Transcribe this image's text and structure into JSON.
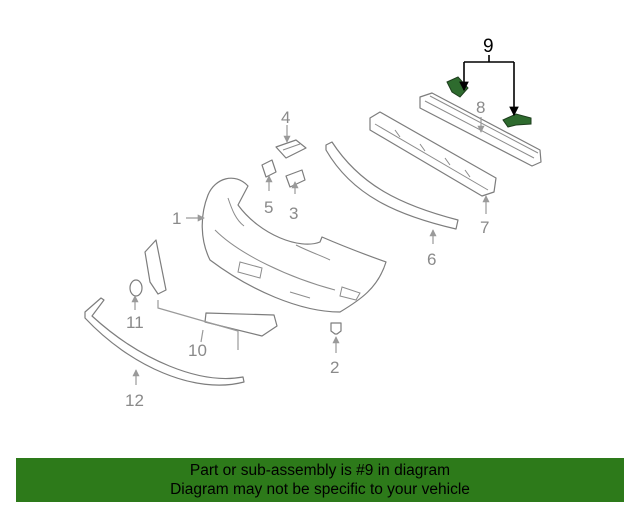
{
  "diagram": {
    "callouts": {
      "c1": "1",
      "c2": "2",
      "c3": "3",
      "c4": "4",
      "c5": "5",
      "c6": "6",
      "c7": "7",
      "c8": "8",
      "c9": "9",
      "c10": "10",
      "c11": "11",
      "c12": "12"
    },
    "highlight_color": "#2e6b2e"
  },
  "banner": {
    "line1": "Part or sub-assembly is #9 in diagram",
    "line2": "Diagram may not be specific to your vehicle",
    "background": "#2d7a1a"
  }
}
